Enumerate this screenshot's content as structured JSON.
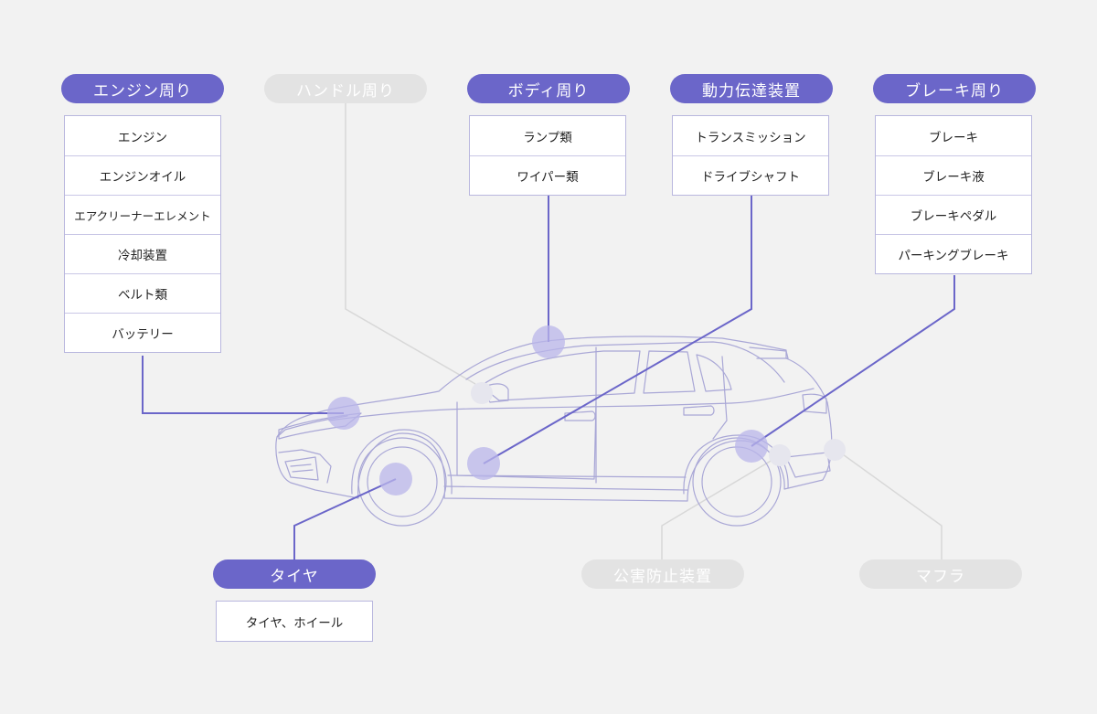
{
  "colors": {
    "accent": "#6b66c9",
    "inactive_pill": "#e3e3e3",
    "hotspot": "#b9b6ea",
    "car_line": "#a9a7d6",
    "background": "#f2f2f2"
  },
  "categories": {
    "engine": {
      "label": "エンジン周り",
      "active": true,
      "items": [
        "エンジン",
        "エンジンオイル",
        "エアクリーナーエレメント",
        "冷却装置",
        "ベルト類",
        "バッテリー"
      ]
    },
    "steering": {
      "label": "ハンドル周り",
      "active": false,
      "items": []
    },
    "body": {
      "label": "ボディ周り",
      "active": true,
      "items": [
        "ランプ類",
        "ワイパー類"
      ]
    },
    "drivetrain": {
      "label": "動力伝達装置",
      "active": true,
      "items": [
        "トランスミッション",
        "ドライブシャフト"
      ]
    },
    "brake": {
      "label": "ブレーキ周り",
      "active": true,
      "items": [
        "ブレーキ",
        "ブレーキ液",
        "ブレーキペダル",
        "パーキングブレーキ"
      ]
    },
    "tire": {
      "label": "タイヤ",
      "active": true,
      "items": [
        "タイヤ、ホイール"
      ]
    },
    "emission": {
      "label": "公害防止装置",
      "active": false,
      "items": []
    },
    "muffler": {
      "label": "マフラ",
      "active": false,
      "items": []
    }
  },
  "icons": {
    "car": "car-side-outline",
    "hotspot": "hotspot-circle"
  }
}
